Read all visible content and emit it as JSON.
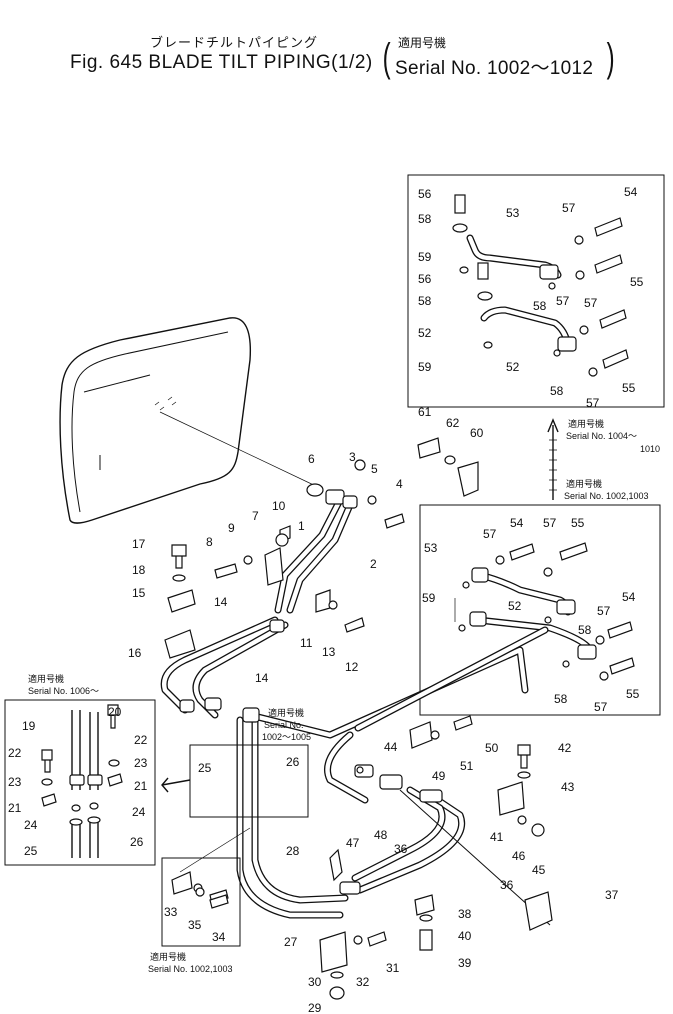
{
  "header": {
    "title_jp": "ブレードチルトパイピング",
    "title_en": "Fig. 645  BLADE TILT PIPING(1/2)",
    "serial_jp": "適用号機",
    "serial_range": "Serial No. 1002～1012",
    "paren_open": "(",
    "paren_close": ")"
  },
  "notes": {
    "top_right_jp": "適用号機",
    "top_right_serial": "Serial No. 1004～",
    "top_right_serial_end": "1010",
    "mid_right_jp": "適用号機",
    "mid_right_serial": "Serial No. 1002,1003",
    "left_jp": "適用号機",
    "left_serial": "Serial No. 1006～",
    "center_jp": "適用号機",
    "center_serial": "Serial No.",
    "center_serial_range": "1002～1005",
    "bottom_jp": "適用号機",
    "bottom_serial": "Serial No. 1002,1003"
  },
  "callouts": [
    "56",
    "58",
    "53",
    "57",
    "54",
    "59",
    "56",
    "55",
    "58",
    "57",
    "58",
    "57",
    "52",
    "52",
    "59",
    "58",
    "55",
    "57",
    "61",
    "62",
    "60",
    "6",
    "3",
    "5",
    "4",
    "10",
    "9",
    "7",
    "1",
    "2",
    "8",
    "17",
    "18",
    "15",
    "14",
    "14",
    "16",
    "11",
    "13",
    "12",
    "53",
    "57",
    "54",
    "57",
    "55",
    "59",
    "52",
    "57",
    "58",
    "54",
    "58",
    "55",
    "57",
    "20",
    "19",
    "22",
    "22",
    "23",
    "23",
    "21",
    "21",
    "24",
    "24",
    "25",
    "26",
    "25",
    "26",
    "44",
    "49",
    "50",
    "51",
    "42",
    "43",
    "41",
    "46",
    "45",
    "47",
    "48",
    "36",
    "36",
    "37",
    "28",
    "38",
    "40",
    "39",
    "27",
    "31",
    "32",
    "30",
    "29",
    "33",
    "35",
    "34"
  ]
}
